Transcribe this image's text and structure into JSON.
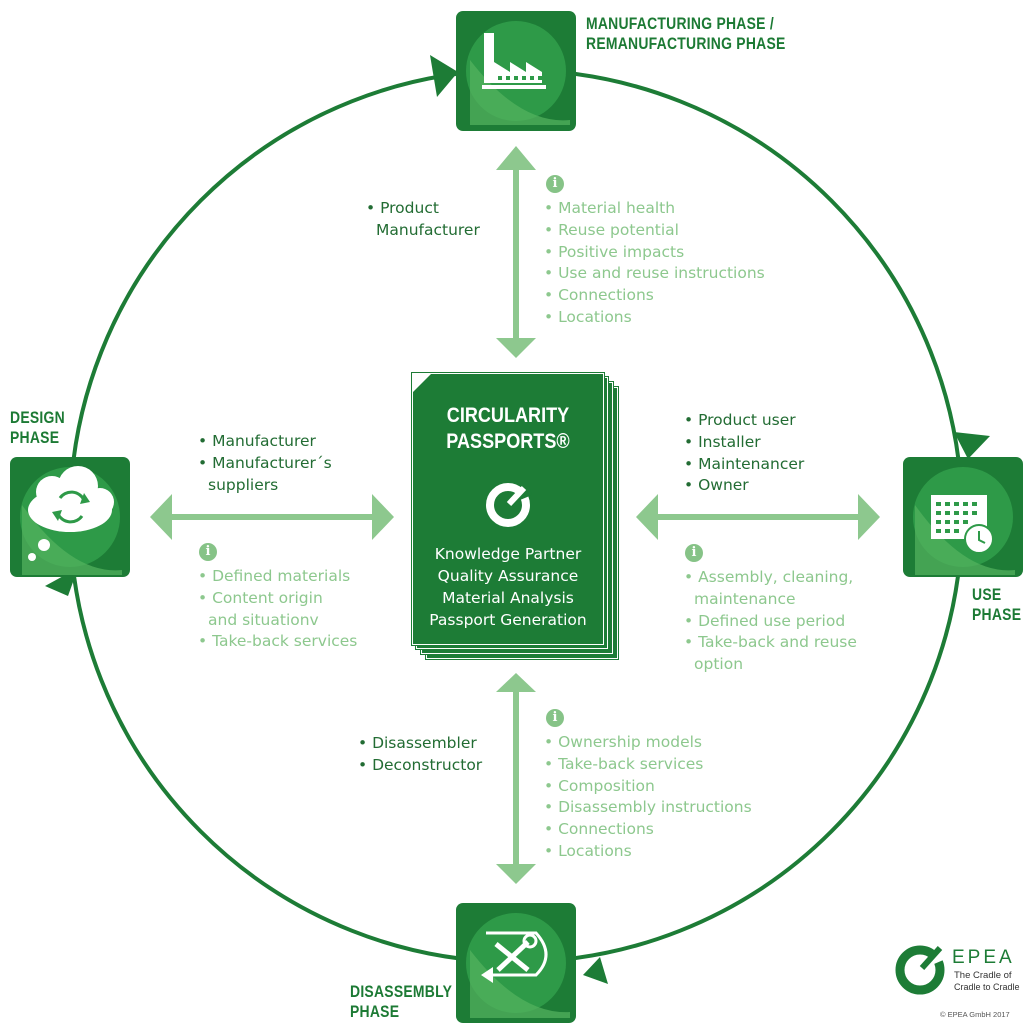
{
  "colors": {
    "dark_green": "#1d7c36",
    "mid_green": "#2e9a48",
    "light_green": "#86c387",
    "text_dark": "#226c33",
    "text_light": "#8dc88e"
  },
  "center": {
    "title_line1": "CIRCULARITY",
    "title_line2": "PASSPORTS®",
    "logo_icon": "epea-ring-icon",
    "services": [
      "Knowledge Partner",
      "Quality Assurance",
      "Material Analysis",
      "Passport Generation"
    ]
  },
  "phases": {
    "manufacturing": {
      "title_line1": "MANUFACTURING PHASE /",
      "title_line2": "REMANUFACTURING PHASE",
      "icon": "factory-icon"
    },
    "use": {
      "title_line1": "USE",
      "title_line2": "PHASE",
      "icon": "calendar-clock-icon"
    },
    "disassembly": {
      "title_line1": "DISASSEMBLY",
      "title_line2": "PHASE",
      "icon": "tools-icon"
    },
    "design": {
      "title_line1": "DESIGN",
      "title_line2": "PHASE",
      "icon": "cloud-cycle-icon"
    }
  },
  "actors": {
    "manufacturing": [
      "• Product",
      "  Manufacturer"
    ],
    "use": [
      "• Product user",
      "• Installer",
      "• Maintenancer",
      "• Owner"
    ],
    "disassembly": [
      "• Disassembler",
      "• Deconstructor"
    ],
    "design": [
      "• Manufacturer",
      "• Manufacturer´s",
      "  suppliers"
    ]
  },
  "info": {
    "icon": "info-icon",
    "manufacturing": [
      "• Material health",
      "• Reuse potential",
      "• Positive impacts",
      "• Use and reuse instructions",
      "• Connections",
      "• Locations"
    ],
    "use": [
      "• Assembly, cleaning,",
      "  maintenance",
      "• Defined use period",
      "• Take-back and reuse",
      "  option"
    ],
    "disassembly": [
      "• Ownership models",
      "• Take-back services",
      "• Composition",
      "• Disassembly instructions",
      "• Connections",
      "• Locations"
    ],
    "design": [
      "• Defined materials",
      "• Content origin",
      "  and situationv",
      "• Take-back services"
    ]
  },
  "brand": {
    "name": "EPEA",
    "tagline_line1": "The Cradle of",
    "tagline_line2": "Cradle to Cradle",
    "copyright": "© EPEA GmbH 2017"
  }
}
